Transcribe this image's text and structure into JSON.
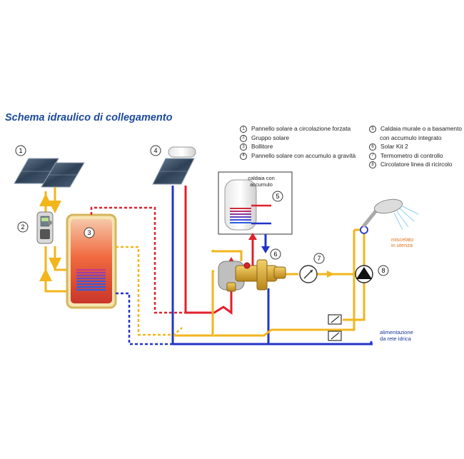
{
  "title": "Schema idraulico di collegamento",
  "legend_left": [
    {
      "n": "1",
      "text": "Pannello solare a circolazione forzata"
    },
    {
      "n": "2",
      "text": "Gruppo solare"
    },
    {
      "n": "3",
      "text": "Bollitore"
    },
    {
      "n": "4",
      "text": "Pannello solare con accumulo a gravità"
    }
  ],
  "legend_right": [
    {
      "n": "5",
      "text": "Caldaia murale o a basamento",
      "text2": "con accumulo integrato"
    },
    {
      "n": "6",
      "text": "Solar Kit 2"
    },
    {
      "n": "7",
      "text": "Termometro di controllo"
    },
    {
      "n": "8",
      "text": "Circolatore linea di ricircolo"
    }
  ],
  "markers": {
    "m1": "1",
    "m2": "2",
    "m3": "3",
    "m4": "4",
    "m5": "5",
    "m6": "6",
    "m7": "7",
    "m8": "8"
  },
  "boiler_box": {
    "line1": "caldaia con",
    "line2": "accumulo"
  },
  "miscelato": {
    "line1": "miscelato",
    "line2": "in utenza"
  },
  "alimentazione": {
    "line1": "alimentazione",
    "line2": "da rete idrica"
  },
  "colors": {
    "hot": "#e2202c",
    "cold": "#2234c8",
    "solar": "#f2b51c",
    "title": "#1c4a9a",
    "orange_text": "#e0731c",
    "blue_text": "#1c3a9a"
  }
}
